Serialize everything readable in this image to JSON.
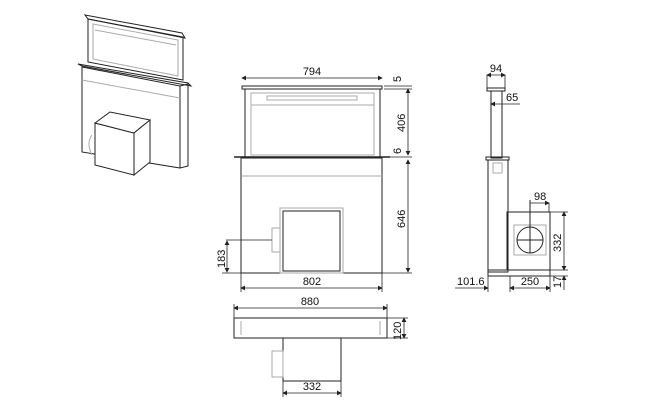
{
  "front_view": {
    "width_top": "794",
    "top_thickness": "5",
    "panel_height": "406",
    "counter_gap": "6",
    "body_height": "646",
    "duct_height": "183",
    "width_body": "802"
  },
  "side_view": {
    "cap_depth": "94",
    "panel_depth": "65",
    "duct_diameter_offset": "98",
    "box_height": "332",
    "base_height": "17",
    "left_offset": "101.6",
    "box_depth": "250"
  },
  "bottom_view": {
    "overall_width": "880",
    "depth": "120",
    "motor_width": "332"
  }
}
